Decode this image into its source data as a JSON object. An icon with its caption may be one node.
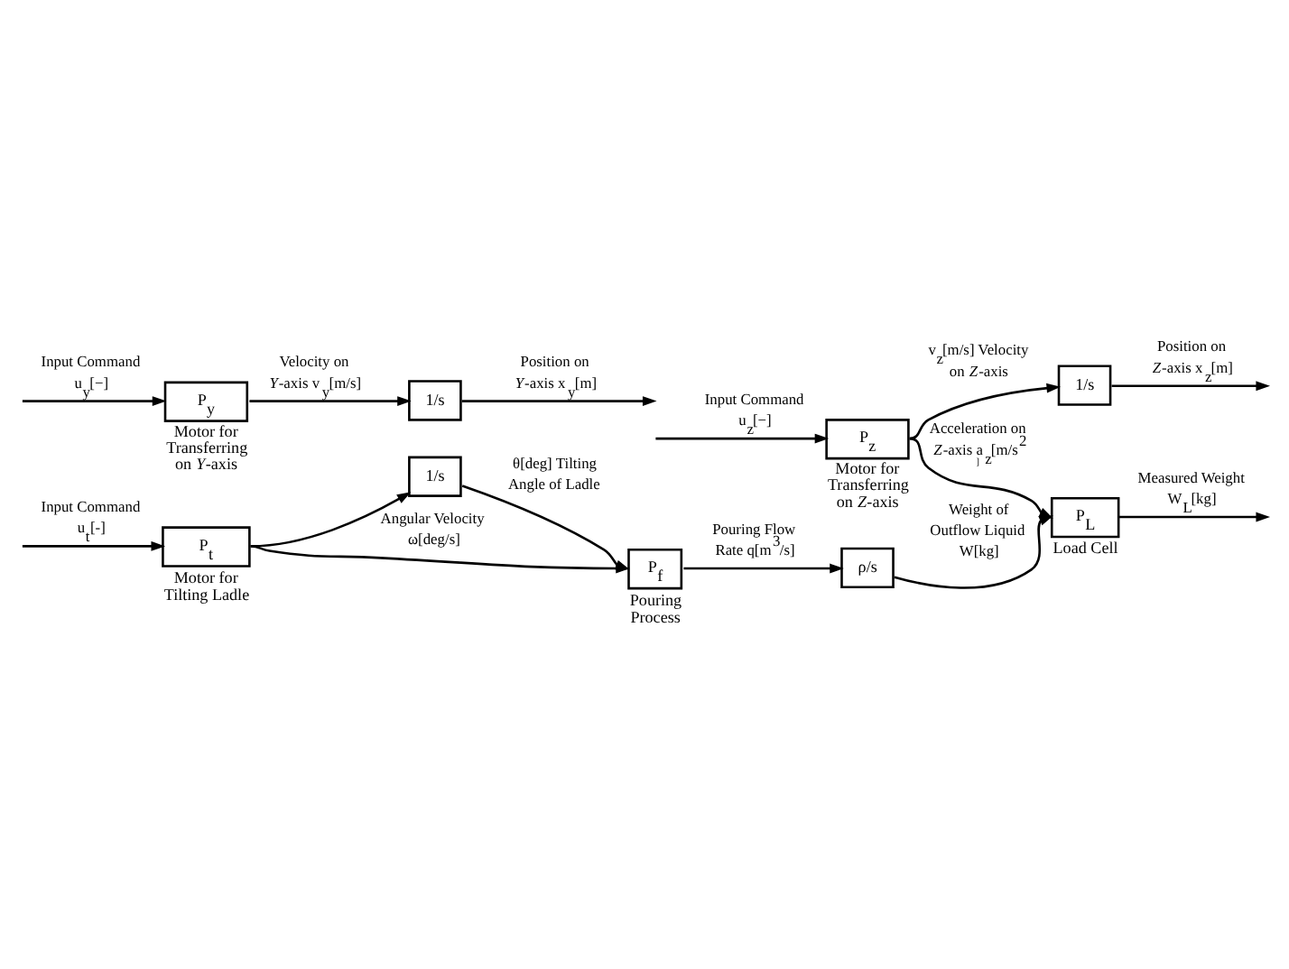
{
  "diagram": {
    "nodes": [
      {
        "text": [
          "P$_{t}$"
        ],
        "beside": [
          "Motor for Tilting Ladle"
        ]
      },
      {
        "text": [
          "1/s"
        ]
      },
      {
        "text": [
          "P$_{f}$"
        ],
        "beside": [
          "Pouring Process"
        ]
      },
      {
        "text": [
          "ρ/s"
        ]
      },
      {
        "text": [
          "P$_{L}$"
        ],
        "beside": [
          "Load Cell"
        ]
      },
      {
        "text": [
          "P$_{z}$"
        ],
        "beside": [
          "Motor for Transferring on *Z*-axis"
        ]
      },
      {
        "text": [
          "1/s"
        ]
      },
      {
        "text": [
          "P$_{y}$"
        ],
        "beside": [
          "Motor for Transferring on *Y*-axis"
        ]
      },
      {
        "text": [
          "1/s"
        ]
      }
    ],
    "edges": [
      {
        "from": null,
        "to": 0,
        "arrow": "to",
        "label": "Input Command u$_{t}$[-]"
      },
      {
        "from": 0,
        "to": 2,
        "arrow": "to",
        "label": "Angular Velocity ω[deg/s]"
      },
      {
        "from": 0,
        "to": 1,
        "arrow": "to"
      },
      {
        "from": 1,
        "to": 2,
        "arrow": "to",
        "label": "θ[deg] Tilting Angle of Ladle"
      },
      {
        "from": 2,
        "to": 3,
        "arrow": "to",
        "label": "Pouring Flow Rate q[m$^{3}$/s]"
      },
      {
        "from": 3,
        "to": 4,
        "arrow": "to",
        "label": "Weight of Outflow Liquid W[kg]"
      },
      {
        "from": 4,
        "to": null,
        "arrow": "to",
        "label": "Measured Weight W$_{L}$[kg]"
      },
      {
        "from": null,
        "to": 5,
        "arrow": "to",
        "label": "Input Command u$_{z}$[−]"
      },
      {
        "from": 5,
        "to": 4,
        "arrow": "to",
        "label": "Acceleration on *Z*-axis a$_{z}$[m/s$^{2}$]"
      },
      {
        "from": 5,
        "to": 6,
        "arrow": "to",
        "label": "v$_{z}$[m/s] Velocity on *Z*-axis"
      },
      {
        "from": 6,
        "to": null,
        "arrow": "to",
        "label": "Position on *Z*-axis x$_{z}$[m]"
      },
      {
        "from": null,
        "to": 7,
        "arrow": "to",
        "label": "Input Command u$_{y}$[−]"
      },
      {
        "from": 7,
        "to": 8,
        "arrow": "to",
        "label": "Velocity on *Y*-axis v$_{y}$[m/s]"
      },
      {
        "from": 8,
        "to": null,
        "arrow": "to",
        "label": "Position on *Y*-axis x$_{y}$[m]"
      }
    ]
  }
}
